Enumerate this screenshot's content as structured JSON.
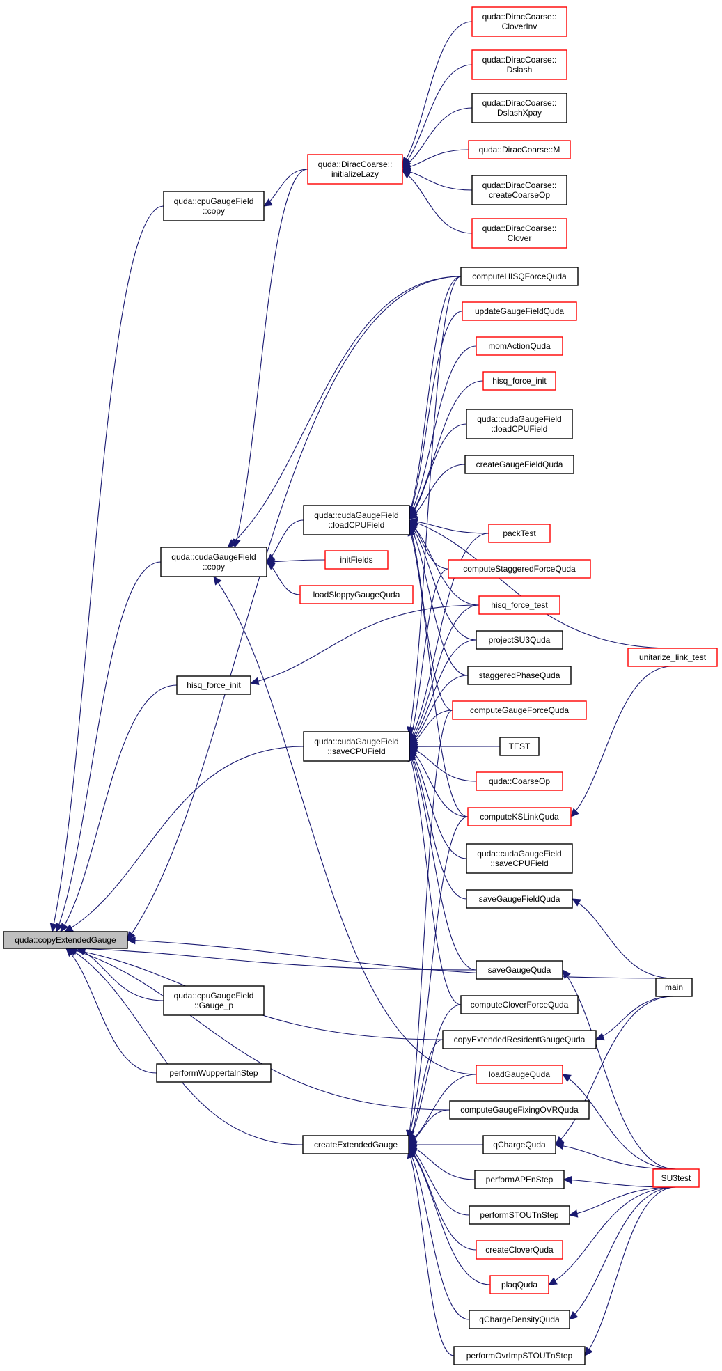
{
  "colors": {
    "edge": "#191970",
    "node_border": "#000000",
    "node_border_truncated": "#ff0000",
    "root_fill": "#bfbfbf"
  },
  "nodes": {
    "root": {
      "lines": [
        "quda::copyExtendedGauge"
      ],
      "style": "root"
    },
    "cpu_copy": {
      "lines": [
        "quda::cpuGaugeField",
        "::copy"
      ],
      "style": "black"
    },
    "cuda_copy": {
      "lines": [
        "quda::cudaGaugeField",
        "::copy"
      ],
      "style": "black"
    },
    "hisq_init_left": {
      "lines": [
        "hisq_force_init"
      ],
      "style": "black"
    },
    "cpu_gauge_p": {
      "lines": [
        "quda::cpuGaugeField",
        "::Gauge_p"
      ],
      "style": "black"
    },
    "wuppertal": {
      "lines": [
        "performWuppertalnStep"
      ],
      "style": "black"
    },
    "init_lazy": {
      "lines": [
        "quda::DiracCoarse::",
        "initializeLazy"
      ],
      "style": "red"
    },
    "clover_inv": {
      "lines": [
        "quda::DiracCoarse::",
        "CloverInv"
      ],
      "style": "red"
    },
    "dslash": {
      "lines": [
        "quda::DiracCoarse::",
        "Dslash"
      ],
      "style": "red"
    },
    "dslash_xpay": {
      "lines": [
        "quda::DiracCoarse::",
        "DslashXpay"
      ],
      "style": "black"
    },
    "dirac_m": {
      "lines": [
        "quda::DiracCoarse::M"
      ],
      "style": "red"
    },
    "create_coarse_op": {
      "lines": [
        "quda::DiracCoarse::",
        "createCoarseOp"
      ],
      "style": "black"
    },
    "clover": {
      "lines": [
        "quda::DiracCoarse::",
        "Clover"
      ],
      "style": "red"
    },
    "load_cpu_mid": {
      "lines": [
        "quda::cudaGaugeField",
        "::loadCPUField"
      ],
      "style": "black"
    },
    "init_fields": {
      "lines": [
        "initFields"
      ],
      "style": "red"
    },
    "load_sloppy": {
      "lines": [
        "loadSloppyGaugeQuda"
      ],
      "style": "red"
    },
    "save_cpu_mid": {
      "lines": [
        "quda::cudaGaugeField",
        "::saveCPUField"
      ],
      "style": "black"
    },
    "create_ext": {
      "lines": [
        "createExtendedGauge"
      ],
      "style": "black"
    },
    "hisq_force_quda": {
      "lines": [
        "computeHISQForceQuda"
      ],
      "style": "black"
    },
    "update_gauge": {
      "lines": [
        "updateGaugeFieldQuda"
      ],
      "style": "red"
    },
    "mom_action": {
      "lines": [
        "momActionQuda"
      ],
      "style": "red"
    },
    "hisq_init_right": {
      "lines": [
        "hisq_force_init"
      ],
      "style": "red"
    },
    "load_cpu_right": {
      "lines": [
        "quda::cudaGaugeField",
        "::loadCPUField"
      ],
      "style": "black"
    },
    "create_gauge_field": {
      "lines": [
        "createGaugeFieldQuda"
      ],
      "style": "black"
    },
    "pack_test": {
      "lines": [
        "packTest"
      ],
      "style": "red"
    },
    "staggered_force": {
      "lines": [
        "computeStaggeredForceQuda"
      ],
      "style": "red"
    },
    "hisq_force_test": {
      "lines": [
        "hisq_force_test"
      ],
      "style": "red"
    },
    "project_su3": {
      "lines": [
        "projectSU3Quda"
      ],
      "style": "black"
    },
    "staggered_phase": {
      "lines": [
        "staggeredPhaseQuda"
      ],
      "style": "black"
    },
    "gauge_force": {
      "lines": [
        "computeGaugeForceQuda"
      ],
      "style": "red"
    },
    "test": {
      "lines": [
        "TEST"
      ],
      "style": "black"
    },
    "coarse_op": {
      "lines": [
        "quda::CoarseOp"
      ],
      "style": "red"
    },
    "ks_link": {
      "lines": [
        "computeKSLinkQuda"
      ],
      "style": "red"
    },
    "save_cpu_right": {
      "lines": [
        "quda::cudaGaugeField",
        "::saveCPUField"
      ],
      "style": "black"
    },
    "save_gauge_field": {
      "lines": [
        "saveGaugeFieldQuda"
      ],
      "style": "black"
    },
    "save_gauge": {
      "lines": [
        "saveGaugeQuda"
      ],
      "style": "black"
    },
    "clover_force": {
      "lines": [
        "computeCloverForceQuda"
      ],
      "style": "black"
    },
    "copy_ext_resident": {
      "lines": [
        "copyExtendedResidentGaugeQuda"
      ],
      "style": "black"
    },
    "load_gauge": {
      "lines": [
        "loadGaugeQuda"
      ],
      "style": "red"
    },
    "gauge_fixing": {
      "lines": [
        "computeGaugeFixingOVRQuda"
      ],
      "style": "black"
    },
    "qcharge": {
      "lines": [
        "qChargeQuda"
      ],
      "style": "black"
    },
    "ape": {
      "lines": [
        "performAPEnStep"
      ],
      "style": "black"
    },
    "stout": {
      "lines": [
        "performSTOUTnStep"
      ],
      "style": "black"
    },
    "create_clover": {
      "lines": [
        "createCloverQuda"
      ],
      "style": "red"
    },
    "plaq": {
      "lines": [
        "plaqQuda"
      ],
      "style": "red"
    },
    "qcharge_density": {
      "lines": [
        "qChargeDensityQuda"
      ],
      "style": "black"
    },
    "ovr_imp_stout": {
      "lines": [
        "performOvrImpSTOUTnStep"
      ],
      "style": "black"
    },
    "unitarize": {
      "lines": [
        "unitarize_link_test"
      ],
      "style": "red"
    },
    "main": {
      "lines": [
        "main"
      ],
      "style": "black"
    },
    "su3test": {
      "lines": [
        "SU3test"
      ],
      "style": "red"
    }
  },
  "edges": [
    [
      "cpu_copy",
      "root"
    ],
    [
      "cuda_copy",
      "root"
    ],
    [
      "hisq_init_left",
      "root"
    ],
    [
      "save_cpu_mid",
      "root"
    ],
    [
      "cpu_gauge_p",
      "root"
    ],
    [
      "wuppertal",
      "root"
    ],
    [
      "create_ext",
      "root"
    ],
    [
      "hisq_force_quda",
      "root"
    ],
    [
      "main",
      "root"
    ],
    [
      "save_gauge",
      "root"
    ],
    [
      "copy_ext_resident",
      "root"
    ],
    [
      "gauge_fixing",
      "root"
    ],
    [
      "init_lazy",
      "cpu_copy"
    ],
    [
      "clover_inv",
      "init_lazy"
    ],
    [
      "dslash",
      "init_lazy"
    ],
    [
      "dslash_xpay",
      "init_lazy"
    ],
    [
      "dirac_m",
      "init_lazy"
    ],
    [
      "create_coarse_op",
      "init_lazy"
    ],
    [
      "clover",
      "init_lazy"
    ],
    [
      "init_lazy",
      "cuda_copy"
    ],
    [
      "load_cpu_mid",
      "cuda_copy"
    ],
    [
      "init_fields",
      "cuda_copy"
    ],
    [
      "load_sloppy",
      "cuda_copy"
    ],
    [
      "hisq_force_quda",
      "cuda_copy"
    ],
    [
      "load_gauge",
      "cuda_copy"
    ],
    [
      "hisq_force_quda",
      "load_cpu_mid"
    ],
    [
      "update_gauge",
      "load_cpu_mid"
    ],
    [
      "mom_action",
      "load_cpu_mid"
    ],
    [
      "hisq_init_right",
      "load_cpu_mid"
    ],
    [
      "load_cpu_right",
      "load_cpu_mid"
    ],
    [
      "create_gauge_field",
      "load_cpu_mid"
    ],
    [
      "pack_test",
      "load_cpu_mid"
    ],
    [
      "staggered_force",
      "load_cpu_mid"
    ],
    [
      "hisq_force_test",
      "load_cpu_mid"
    ],
    [
      "project_su3",
      "load_cpu_mid"
    ],
    [
      "staggered_phase",
      "load_cpu_mid"
    ],
    [
      "gauge_force",
      "load_cpu_mid"
    ],
    [
      "ks_link",
      "load_cpu_mid"
    ],
    [
      "unitarize",
      "load_cpu_mid"
    ],
    [
      "hisq_force_test",
      "hisq_init_left"
    ],
    [
      "hisq_force_quda",
      "save_cpu_mid"
    ],
    [
      "pack_test",
      "save_cpu_mid"
    ],
    [
      "staggered_force",
      "save_cpu_mid"
    ],
    [
      "hisq_force_test",
      "save_cpu_mid"
    ],
    [
      "project_su3",
      "save_cpu_mid"
    ],
    [
      "staggered_phase",
      "save_cpu_mid"
    ],
    [
      "gauge_force",
      "save_cpu_mid"
    ],
    [
      "test",
      "save_cpu_mid"
    ],
    [
      "coarse_op",
      "save_cpu_mid"
    ],
    [
      "ks_link",
      "save_cpu_mid"
    ],
    [
      "save_cpu_right",
      "save_cpu_mid"
    ],
    [
      "save_gauge_field",
      "save_cpu_mid"
    ],
    [
      "save_gauge",
      "save_cpu_mid"
    ],
    [
      "clover_force",
      "save_cpu_mid"
    ],
    [
      "clover_force",
      "create_ext"
    ],
    [
      "copy_ext_resident",
      "create_ext"
    ],
    [
      "load_gauge",
      "create_ext"
    ],
    [
      "gauge_fixing",
      "create_ext"
    ],
    [
      "qcharge",
      "create_ext"
    ],
    [
      "ape",
      "create_ext"
    ],
    [
      "stout",
      "create_ext"
    ],
    [
      "create_clover",
      "create_ext"
    ],
    [
      "plaq",
      "create_ext"
    ],
    [
      "qcharge_density",
      "create_ext"
    ],
    [
      "ovr_imp_stout",
      "create_ext"
    ],
    [
      "ks_link",
      "create_ext"
    ],
    [
      "gauge_force",
      "create_ext"
    ],
    [
      "unitarize",
      "ks_link"
    ],
    [
      "main",
      "save_gauge_field"
    ],
    [
      "main",
      "copy_ext_resident"
    ],
    [
      "main",
      "qcharge"
    ],
    [
      "su3test",
      "save_gauge"
    ],
    [
      "su3test",
      "load_gauge"
    ],
    [
      "su3test",
      "qcharge"
    ],
    [
      "su3test",
      "ape"
    ],
    [
      "su3test",
      "stout"
    ],
    [
      "su3test",
      "plaq"
    ],
    [
      "su3test",
      "qcharge_density"
    ],
    [
      "su3test",
      "ovr_imp_stout"
    ]
  ]
}
